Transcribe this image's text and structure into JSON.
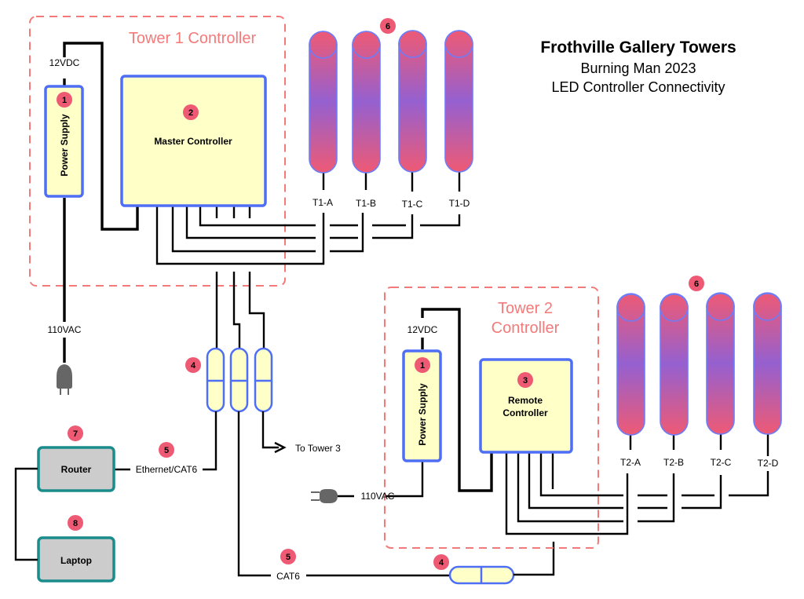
{
  "title": {
    "main": "Frothville Gallery Towers",
    "line2": "Burning Man 2023",
    "line3": "LED Controller Connectivity"
  },
  "colors": {
    "zone_border": "#f47a7a",
    "controller_fill": "#ffffc8",
    "controller_border": "#4f6ef6",
    "network_fill": "#cccccc",
    "network_border": "#1a8c8c",
    "badge": "#ee5a74",
    "tube_top": "#ee5a74",
    "tube_mid": "#9560d0"
  },
  "tower1": {
    "zone_label": "Tower 1 Controller",
    "power_supply": {
      "label": "Power Supply",
      "badge": "1",
      "dc_label": "12VDC",
      "ac_label": "110VAC"
    },
    "controller": {
      "label": "Master Controller",
      "badge": "2"
    },
    "tubes_badge": "6",
    "tubes": [
      "T1-A",
      "T1-B",
      "T1-C",
      "T1-D"
    ]
  },
  "tower2": {
    "zone_label_line1": "Tower 2",
    "zone_label_line2": "Controller",
    "power_supply": {
      "label": "Power Supply",
      "badge": "1",
      "dc_label": "12VDC",
      "ac_label": "110VAC"
    },
    "controller": {
      "label_line1": "Remote",
      "label_line2": "Controller",
      "badge": "3"
    },
    "tubes_badge": "6",
    "tubes": [
      "T2-A",
      "T2-B",
      "T2-C",
      "T2-D"
    ]
  },
  "couplers": {
    "badge": "4",
    "bottom_badge": "4"
  },
  "cables": {
    "ethernet": {
      "label": "Ethernet/CAT6",
      "badge": "5"
    },
    "cat6": {
      "label": "CAT6",
      "badge": "5"
    },
    "to_tower3": "To Tower 3"
  },
  "network": {
    "router": {
      "label": "Router",
      "badge": "7"
    },
    "laptop": {
      "label": "Laptop",
      "badge": "8"
    }
  }
}
